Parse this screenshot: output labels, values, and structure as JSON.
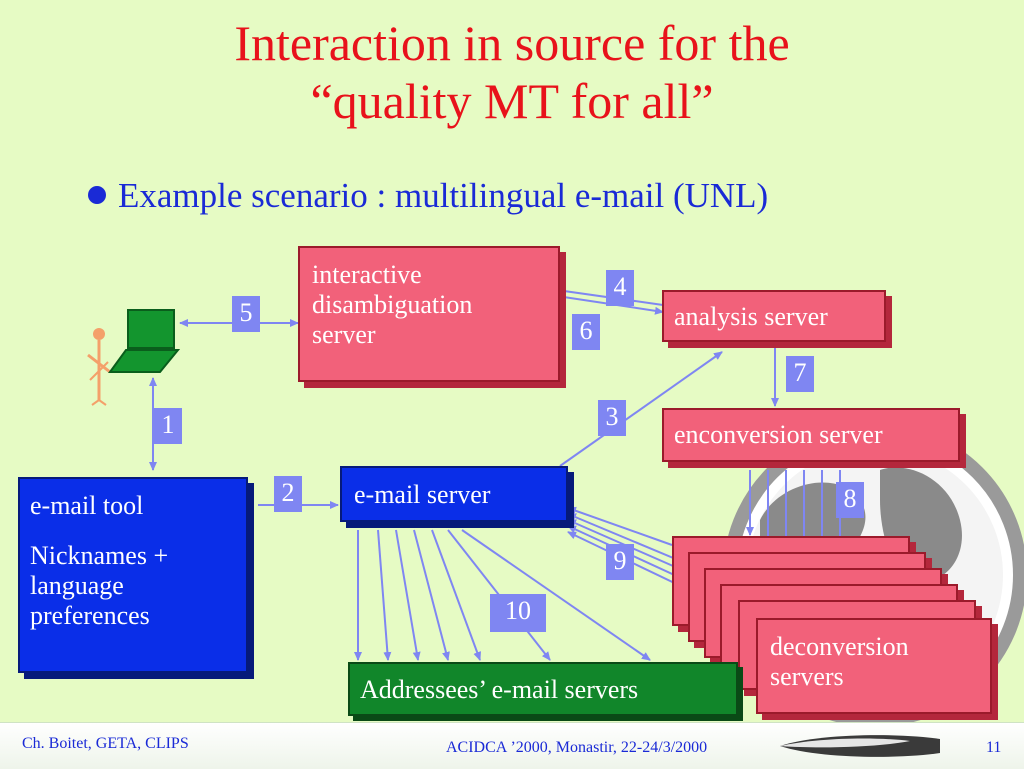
{
  "title": {
    "line1": "Interaction in source for the",
    "line2": "“quality MT for all”"
  },
  "bullet": "Example scenario : multilingual e-mail (UNL)",
  "nodes": {
    "disambiguation": [
      "interactive",
      "disambiguation",
      "server"
    ],
    "analysis": "analysis server",
    "enconversion": "enconversion server",
    "email_server": "e-mail server",
    "email_tool": [
      "e-mail tool",
      "Nicknames +",
      "language",
      "preferences"
    ],
    "deconversion": [
      "deconversion",
      "servers"
    ],
    "addressees": "Addressees’ e-mail servers"
  },
  "steps": [
    "1",
    "2",
    "3",
    "4",
    "5",
    "6",
    "7",
    "8",
    "9",
    "10"
  ],
  "footer": {
    "left": "Ch. Boitet, GETA, CLIPS",
    "center": "ACIDCA ’2000, Monastir, 22-24/3/2000",
    "page": "11"
  }
}
